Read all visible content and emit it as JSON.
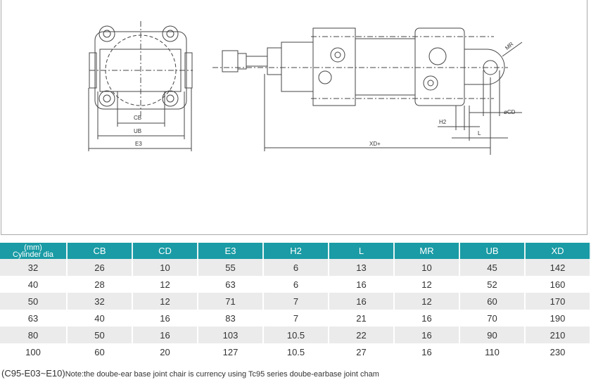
{
  "drawing": {
    "labels": {
      "cb": "CB",
      "ub": "UB",
      "e3": "E3",
      "h2": "H2",
      "l": "L",
      "xd": "XD+",
      "mr": "MR",
      "cd": "øCD"
    }
  },
  "table": {
    "header_unit": "(mm)",
    "header_first": "Cylinder dia",
    "columns": [
      "CB",
      "CD",
      "E3",
      "H2",
      "L",
      "MR",
      "UB",
      "XD"
    ],
    "rows": [
      [
        "32",
        "26",
        "10",
        "55",
        "6",
        "13",
        "10",
        "45",
        "142"
      ],
      [
        "40",
        "28",
        "12",
        "63",
        "6",
        "16",
        "12",
        "52",
        "160"
      ],
      [
        "50",
        "32",
        "12",
        "71",
        "7",
        "16",
        "12",
        "60",
        "170"
      ],
      [
        "63",
        "40",
        "16",
        "83",
        "7",
        "21",
        "16",
        "70",
        "190"
      ],
      [
        "80",
        "50",
        "16",
        "103",
        "10.5",
        "22",
        "16",
        "90",
        "210"
      ],
      [
        "100",
        "60",
        "20",
        "127",
        "10.5",
        "27",
        "16",
        "110",
        "230"
      ]
    ]
  },
  "note": {
    "code": "(C95-E03~E10)",
    "text": "Note:the doube-ear base joint chair is currency using Tc95 series doube-earbase joint cham"
  },
  "colors": {
    "header": "#1a9ba5",
    "row_alt": "#ebebeb"
  }
}
